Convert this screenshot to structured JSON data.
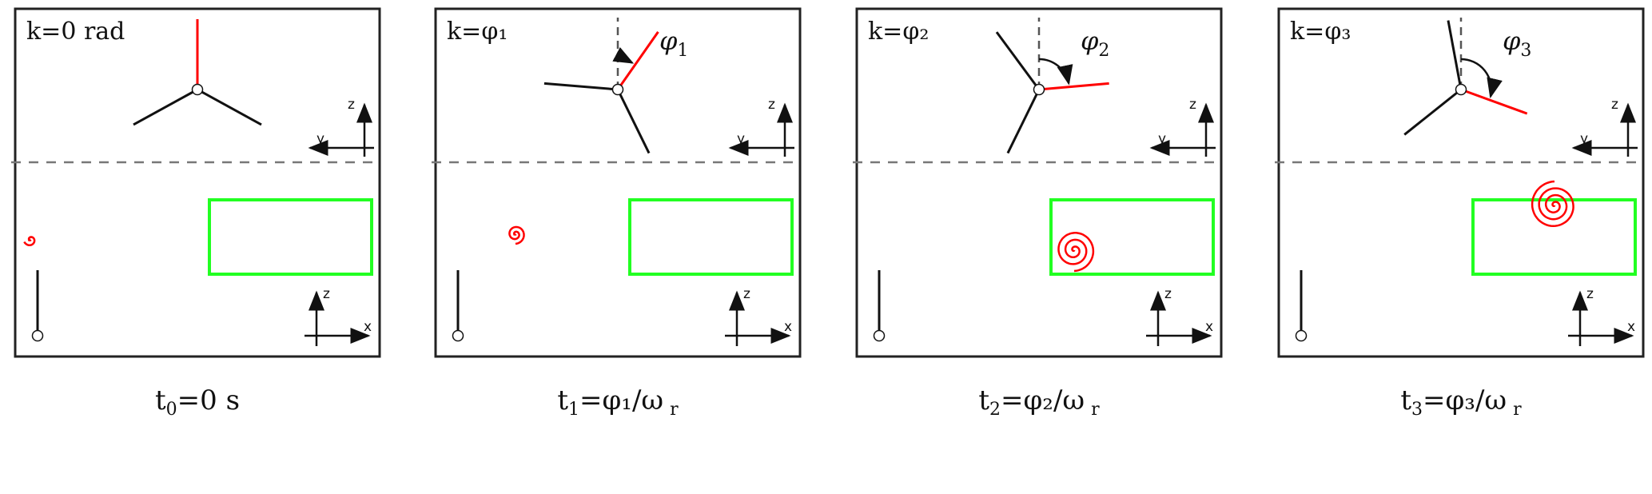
{
  "panels": [
    {
      "k_label": "k=0 rad",
      "angle_label": "",
      "angle_sub": "",
      "caption_t": "t",
      "caption_sub": "0",
      "caption_rest": "=0 s",
      "caption_r": ""
    },
    {
      "k_label": "k=φ₁",
      "angle_label": "φ",
      "angle_sub": "1",
      "caption_t": "t",
      "caption_sub": "1",
      "caption_rest": "=φ₁/ω",
      "caption_r": "r"
    },
    {
      "k_label": "k=φ₂",
      "angle_label": "φ",
      "angle_sub": "2",
      "caption_t": "t",
      "caption_sub": "2",
      "caption_rest": "=φ₂/ω",
      "caption_r": "r"
    },
    {
      "k_label": "k=φ₃",
      "angle_label": "φ",
      "angle_sub": "3",
      "caption_t": "t",
      "caption_sub": "3",
      "caption_rest": "=φ₃/ω",
      "caption_r": "r"
    }
  ],
  "axes": {
    "top_vertical": "z",
    "top_horizontal": "y",
    "bottom_vertical": "z",
    "bottom_horizontal": "x"
  },
  "colors": {
    "blade_highlight": "#ff0000",
    "spiral": "#ff0000",
    "target_box": "#22ff22",
    "dashed": "#777777"
  }
}
